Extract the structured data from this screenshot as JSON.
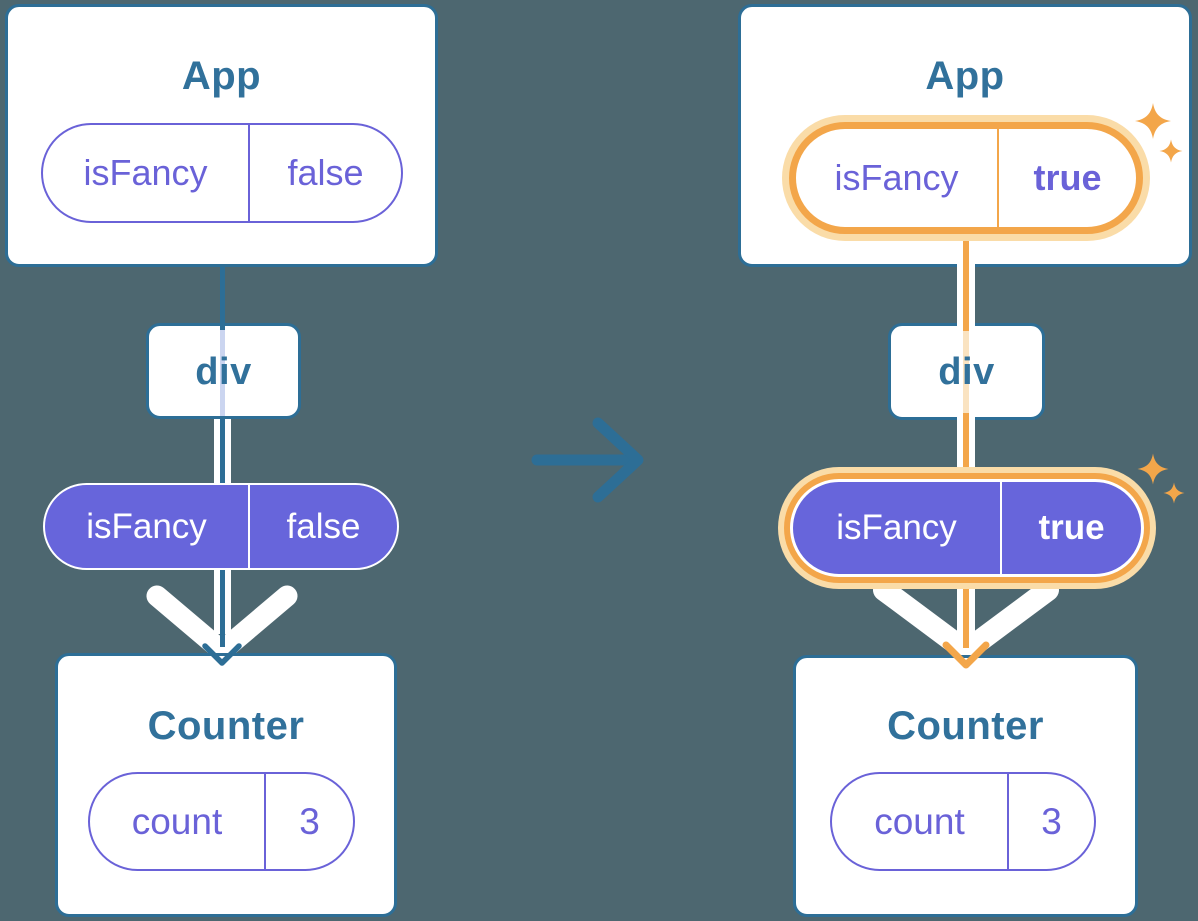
{
  "diagram_title": "React component tree: isFancy prop passed from App through div to Counter (before and after state change)",
  "colors": {
    "background": "#4D6770",
    "card_border_teal": "#2D6E96",
    "heading_text": "#31719B",
    "purple_outline": "#6A62D8",
    "purple_fill": "#6765DB",
    "highlight_orange": "#F3A64A",
    "highlight_orange_light": "#FADCA8",
    "card_background": "#FFFFFF"
  },
  "before": {
    "app": {
      "title": "App",
      "state": {
        "key": "isFancy",
        "value": "false"
      }
    },
    "container": {
      "title": "div"
    },
    "prop": {
      "key": "isFancy",
      "value": "false"
    },
    "counter": {
      "title": "Counter",
      "state": {
        "key": "count",
        "value": "3"
      }
    }
  },
  "after": {
    "app": {
      "title": "App",
      "state": {
        "key": "isFancy",
        "value": "true"
      }
    },
    "container": {
      "title": "div"
    },
    "prop": {
      "key": "isFancy",
      "value": "true"
    },
    "counter": {
      "title": "Counter",
      "state": {
        "key": "count",
        "value": "3"
      }
    }
  }
}
